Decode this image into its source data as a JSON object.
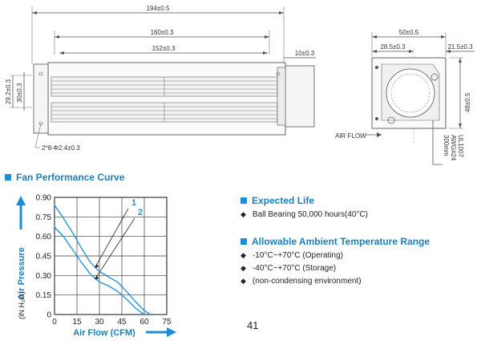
{
  "drawing": {
    "dims": {
      "overall_length": "194±0.5",
      "inner_length": "160±0.3",
      "blade_length": "152±0.3",
      "end_block": "10±0.3",
      "height_outer": "29.2±0.3",
      "height_inner": "30±0.3",
      "holes": "2*8-Φ2.4±0.3",
      "side_width": "50±0.5",
      "side_left": "28.5±0.3",
      "side_right": "21.5±0.3",
      "side_height": "48±0.5"
    },
    "air_flow_label": "AIR FLOW",
    "wire_spec": [
      "UL1007",
      "AWG#24",
      "300mm"
    ]
  },
  "fan_curve": {
    "title": "Fan Performance Curve"
  },
  "chart_data": {
    "type": "line",
    "title": "",
    "xlabel": "Air Flow (CFM)",
    "ylabel": "Air Pressure",
    "ylabel_unit": "(IN H₂O)",
    "xticks": [
      "0",
      "15",
      "30",
      "45",
      "60",
      "75"
    ],
    "yticks": [
      "0",
      "0.15",
      "0.30",
      "0.45",
      "0.60",
      "0.75",
      "0.90"
    ],
    "xlim": [
      0,
      75
    ],
    "ylim": [
      0,
      0.9
    ],
    "grid": true,
    "series": [
      {
        "name": "1",
        "x": [
          0,
          6,
          12,
          18,
          24,
          30,
          36,
          42,
          48,
          54,
          60,
          64
        ],
        "y": [
          0.84,
          0.74,
          0.63,
          0.51,
          0.4,
          0.33,
          0.29,
          0.25,
          0.18,
          0.1,
          0.03,
          0.0
        ]
      },
      {
        "name": "2",
        "x": [
          0,
          6,
          12,
          18,
          24,
          30,
          36,
          42,
          48,
          54,
          60
        ],
        "y": [
          0.67,
          0.6,
          0.5,
          0.4,
          0.31,
          0.25,
          0.22,
          0.18,
          0.12,
          0.05,
          0.0
        ]
      }
    ],
    "colors": {
      "line": "#2595d6",
      "grid": "#3a3a3a"
    }
  },
  "expected_life": {
    "title": "Expected Life",
    "items": [
      "Ball Bearing 50,000 hours(40°C)"
    ]
  },
  "temperature": {
    "title": "Allowable Ambient Temperature Range",
    "items": [
      "-10°C~+70°C (Operating)",
      "-40°C~+70°C (Storage)",
      "(non-condensing environment)"
    ]
  },
  "page_number": "41",
  "colors": {
    "accent": "#1a8fd8",
    "heading": "#1a7fc1"
  }
}
